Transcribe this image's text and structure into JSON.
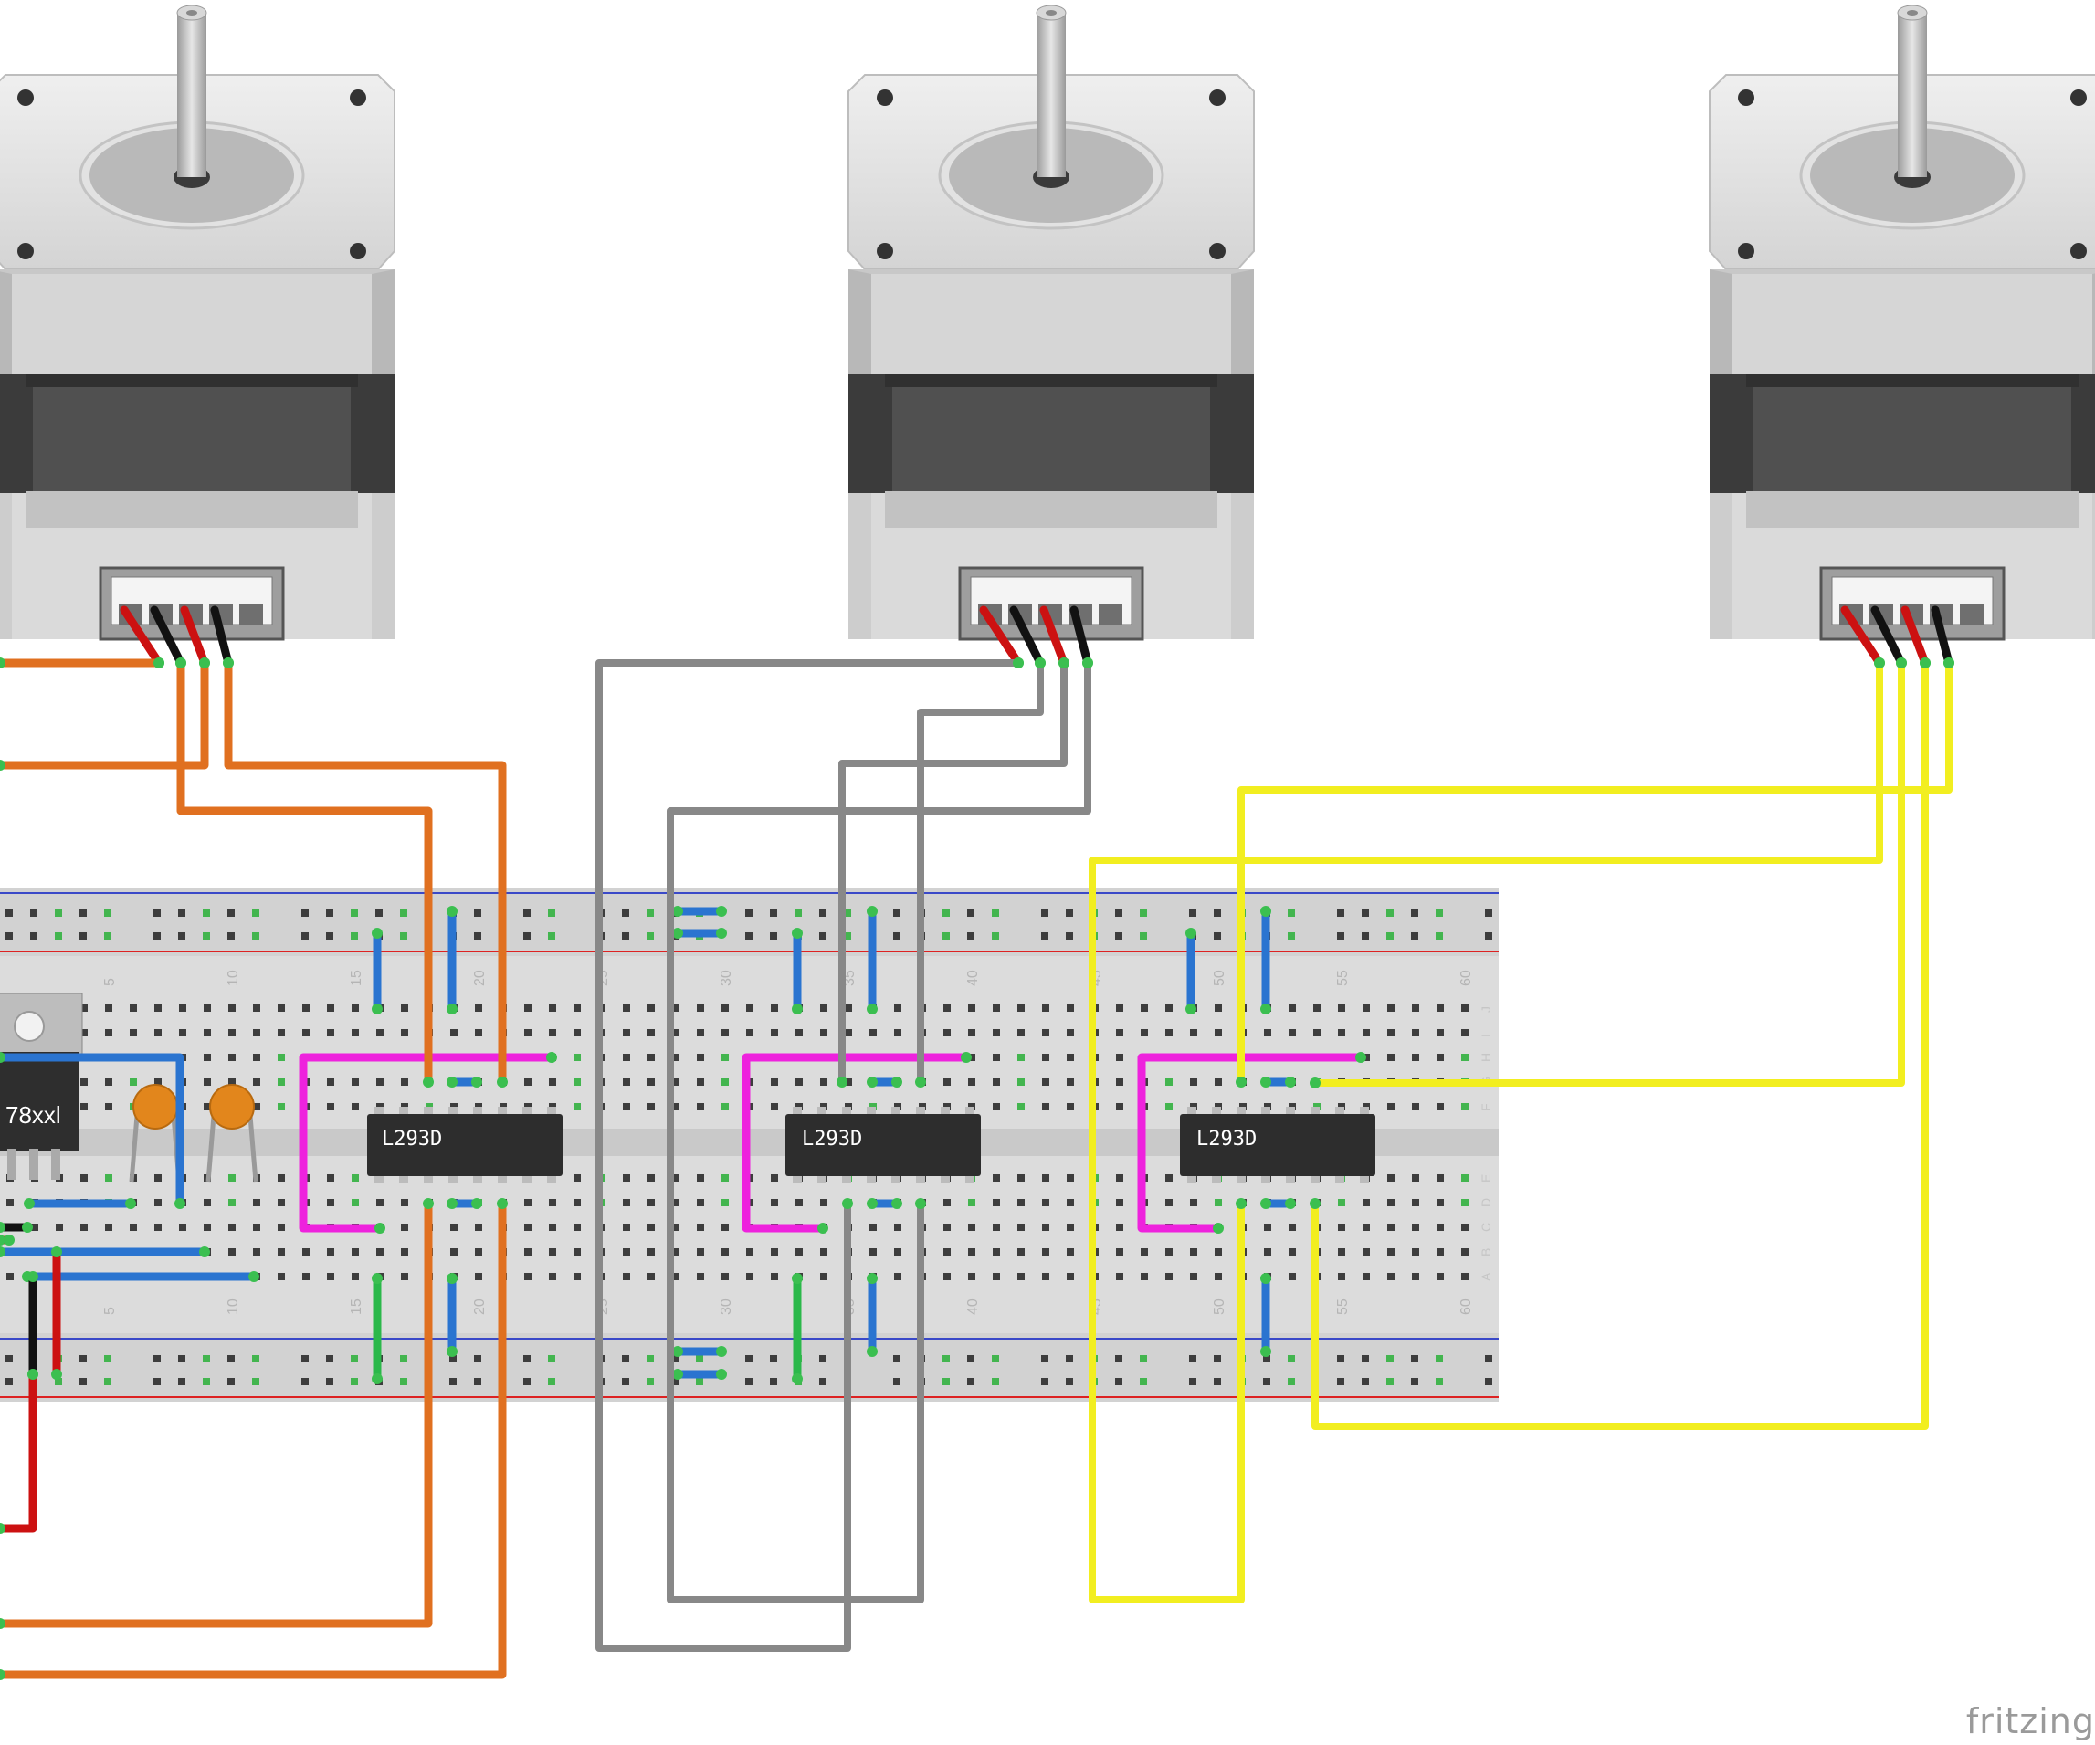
{
  "breadboard": {
    "column_numbers": [
      "5",
      "10",
      "15",
      "20",
      "25",
      "30",
      "35",
      "40",
      "45",
      "50",
      "55",
      "60"
    ],
    "row_letters_top": [
      "J",
      "I",
      "H",
      "G",
      "F"
    ],
    "row_letters_bottom": [
      "E",
      "D",
      "C",
      "B",
      "A"
    ]
  },
  "chips": [
    {
      "label": "L293D"
    },
    {
      "label": "L293D"
    },
    {
      "label": "L293D"
    }
  ],
  "regulator": {
    "label": "78xxl"
  },
  "motors": [
    {
      "wire_color": "#e07020"
    },
    {
      "wire_color": "#888888"
    },
    {
      "wire_color": "#f2ee20"
    }
  ],
  "colors": {
    "magenta_jumper": "#ee22dd",
    "blue_jumper": "#2a74d0",
    "green_jumper": "#2bb84a",
    "power_red": "#cc1111",
    "capacitor": "#e2861c"
  },
  "watermark": "fritzing"
}
